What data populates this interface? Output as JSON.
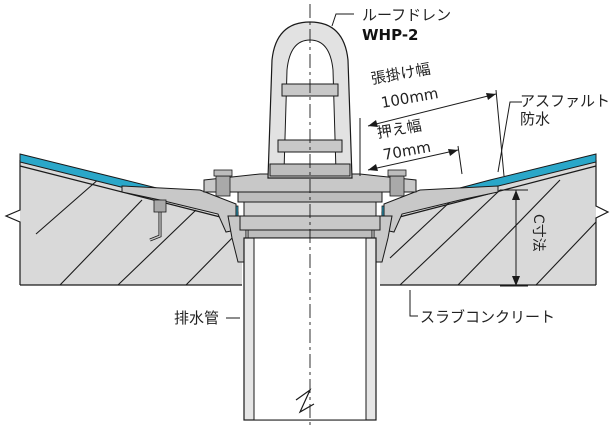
{
  "labels": {
    "drain_name": "ルーフドレン",
    "drain_model": "WHP-2",
    "overlap_width": "張掛け幅",
    "overlap_value": "100mm",
    "press_width": "押え幅",
    "press_value": "70mm",
    "asphalt_line1": "アスファルト",
    "asphalt_line2": "防水",
    "c_dimension": "C寸法",
    "drain_pipe": "排水管",
    "slab": "スラブコンクリート"
  },
  "colors": {
    "waterproof": "#2aa7c9",
    "concrete": "#d9d9d9",
    "metal": "#c8c8c8",
    "metal_dark": "#a9a9a9",
    "line": "#1a1a1a"
  }
}
